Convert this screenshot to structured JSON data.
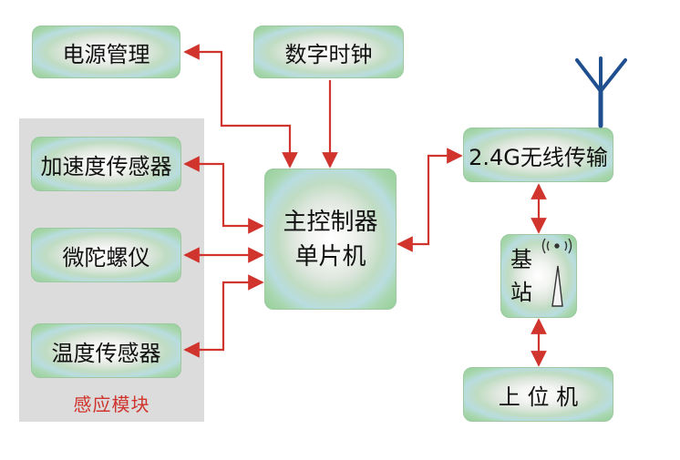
{
  "nodes": {
    "power": "电源管理",
    "clock": "数字时钟",
    "accel": "加速度传感器",
    "gyro": "微陀螺仪",
    "temp": "温度传感器",
    "mcu_line1": "主控制器",
    "mcu_line2": "单片机",
    "wireless": "2.4G无线传输",
    "base_line1": "基",
    "base_line2": "站",
    "host": "上 位 机"
  },
  "sensor_module_label": "感应模块",
  "colors": {
    "arrow": "#d0342c",
    "antenna": "#1f4f8f",
    "panel": "#dcdcdc",
    "label": "#d0342c"
  }
}
